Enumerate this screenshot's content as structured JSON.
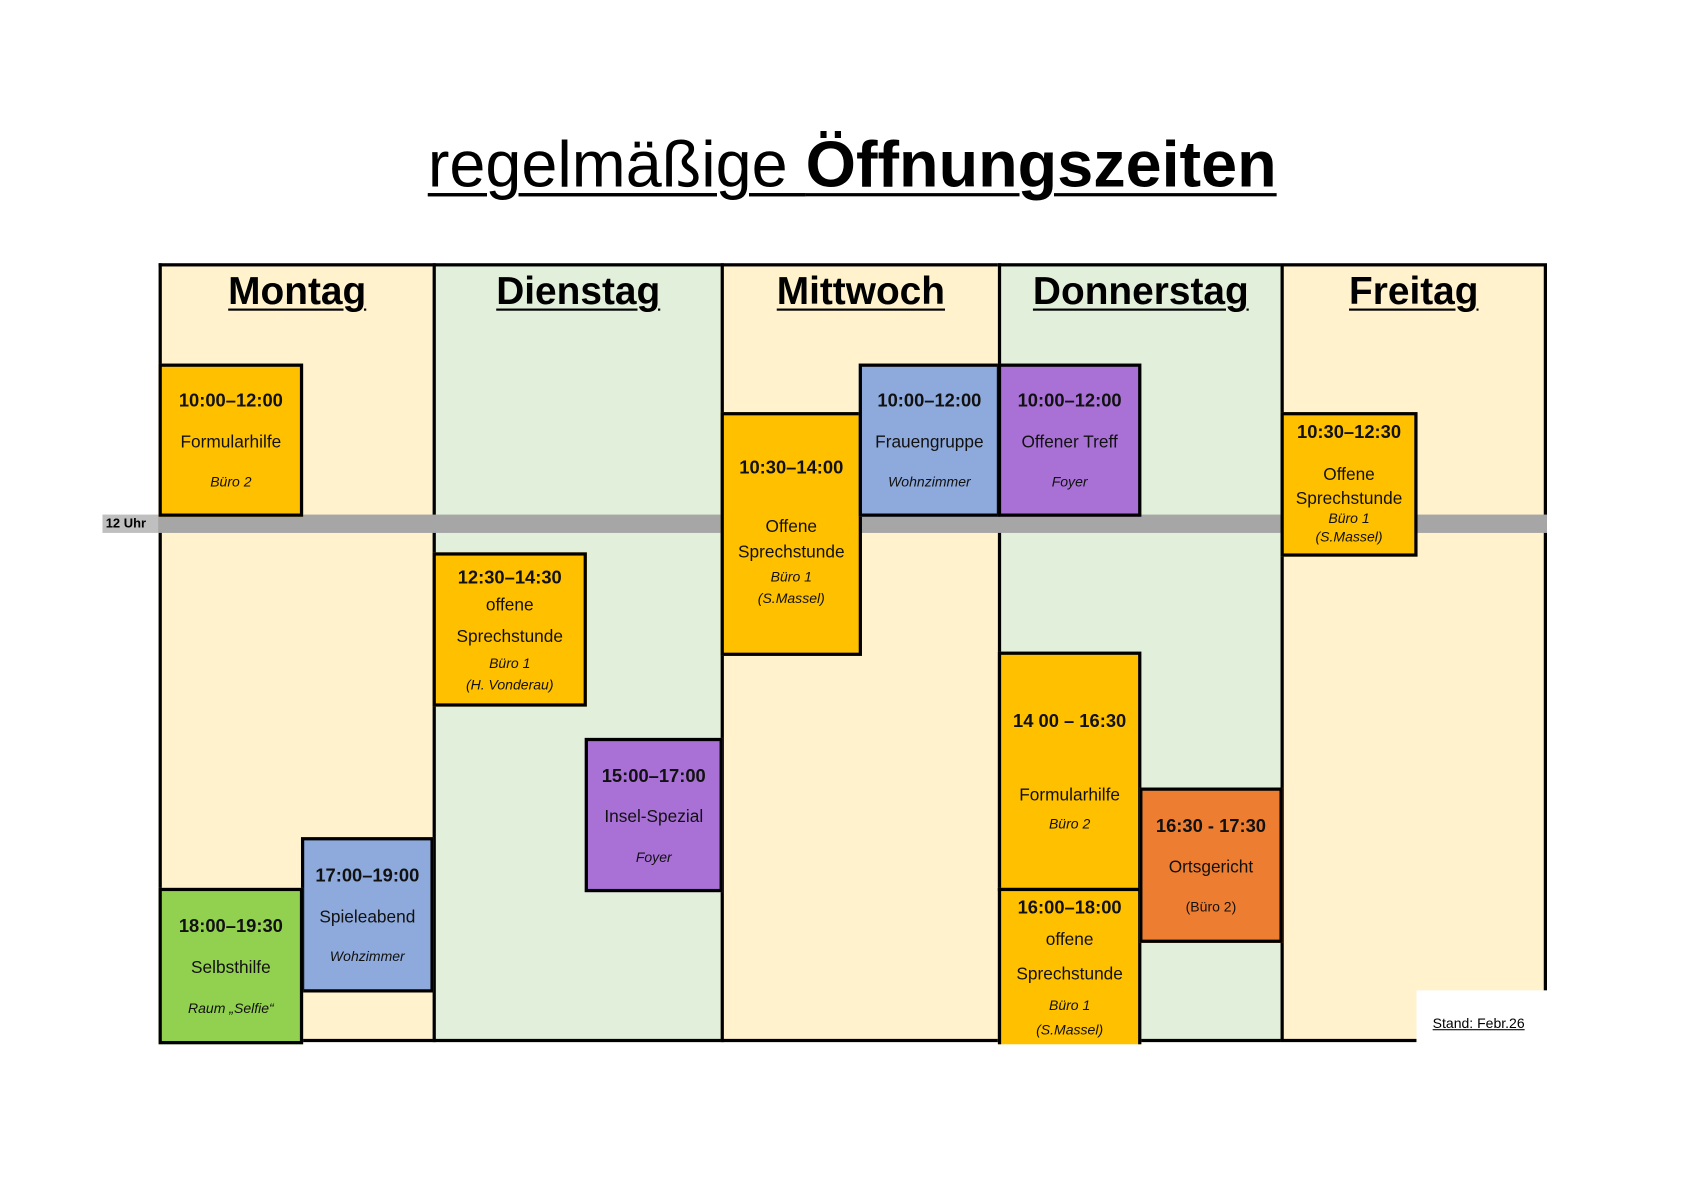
{
  "title": {
    "light": "regelmäßige ",
    "bold": "Öffnungszeiten"
  },
  "days": [
    "Montag",
    "Dienstag",
    "Mittwoch",
    "Donnerstag",
    "Freitag"
  ],
  "noon_label": "12 Uhr",
  "colors": {
    "cream": "#FFF2CC",
    "green": "#E2EFDA",
    "orange": "#FFC000",
    "blue": "#8EA9DB",
    "purple": "#A970D6",
    "lightgreen": "#92D050",
    "red": "#ED7D31",
    "noonbar": "#A6A6A6"
  },
  "events": {
    "mo1": {
      "time": "10:00–12:00",
      "name": "Formularhilfe",
      "loc": "Büro 2"
    },
    "mo2": {
      "time": "17:00–19:00",
      "name": "Spieleabend",
      "loc": "Wohzimmer"
    },
    "mo3": {
      "time": "18:00–19:30",
      "name": "Selbsthilfe",
      "loc": "Raum „Selfie“"
    },
    "di1": {
      "time": "12:30–14:30",
      "name1": "offene",
      "name2": "Sprechstunde",
      "loc": "Büro 1",
      "person": "(H. Vonderau)"
    },
    "di2": {
      "time": "15:00–17:00",
      "name": "Insel-Spezial",
      "loc": "Foyer"
    },
    "mi1": {
      "time": "10:30–14:00",
      "name1": "Offene",
      "name2": "Sprechstunde",
      "loc": "Büro 1",
      "person": "(S.Massel)"
    },
    "mi2": {
      "time": "10:00–12:00",
      "name": "Frauengruppe",
      "loc": "Wohnzimmer"
    },
    "do1": {
      "time": "10:00–12:00",
      "name": "Offener Treff",
      "loc": "Foyer"
    },
    "do2": {
      "time": "14 00 – 16:30",
      "name": "Formularhilfe",
      "loc": "Büro  2"
    },
    "do3": {
      "time": "16:00–18:00",
      "name1": "offene",
      "name2": "Sprechstunde",
      "loc": "Büro 1",
      "person": "(S.Massel)"
    },
    "do4": {
      "time": "16:30 - 17:30",
      "name": "Ortsgericht",
      "loc": "(Büro 2)"
    },
    "fr1": {
      "time": "10:30–12:30",
      "name1": "Offene",
      "name2": "Sprechstunde",
      "loc": "Büro 1",
      "person": "(S.Massel)"
    }
  },
  "stand": "Stand: Febr.26"
}
